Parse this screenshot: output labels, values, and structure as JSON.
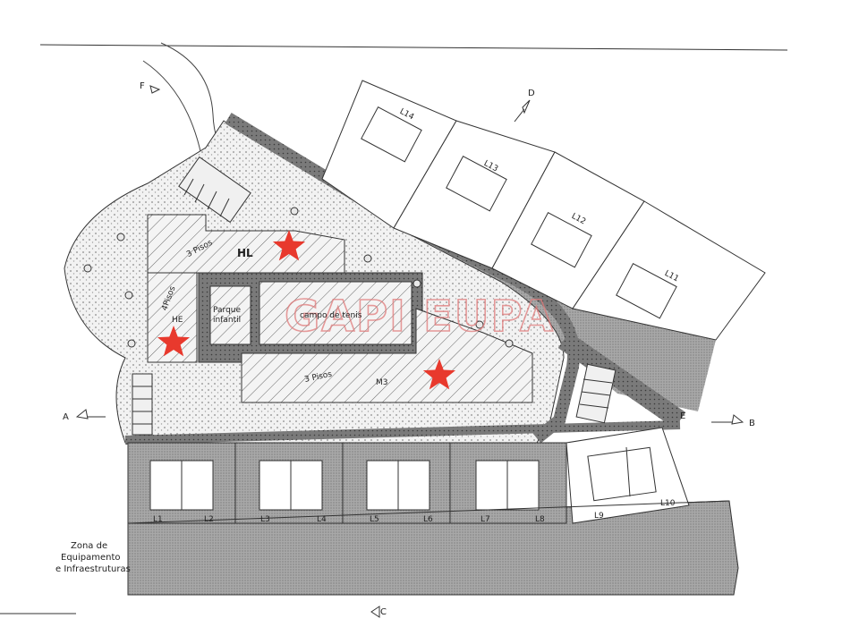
{
  "labels": {
    "hl": "HL",
    "he": "HE",
    "m3": "M3",
    "parque": "Parque",
    "infantil": "infantil",
    "campo": "campo de tenis",
    "zona_1": "Zona de",
    "zona_2": "Equipamento",
    "zona_3": "e Infraestruturas",
    "pisos_hl": "3 Pisos",
    "pisos_m3": "3 Pisos",
    "pisos_he": "4Pisos"
  },
  "lots": [
    "L1",
    "L2",
    "L3",
    "L4",
    "L5",
    "L6",
    "L7",
    "L8",
    "L9",
    "L10",
    "L11",
    "L12",
    "L13",
    "L14"
  ],
  "section_markers": [
    "A",
    "B",
    "C",
    "D",
    "E",
    "F"
  ],
  "watermark": "GAPI EUPA",
  "colors": {
    "star": "#e8392d",
    "watermark": "#e07b7b",
    "dot_fill": "#cfcfcf",
    "dark_fill": "#9a9a9a",
    "line": "#333333"
  },
  "markers": {
    "stars": 3,
    "star_icon": "red-star-icon"
  }
}
